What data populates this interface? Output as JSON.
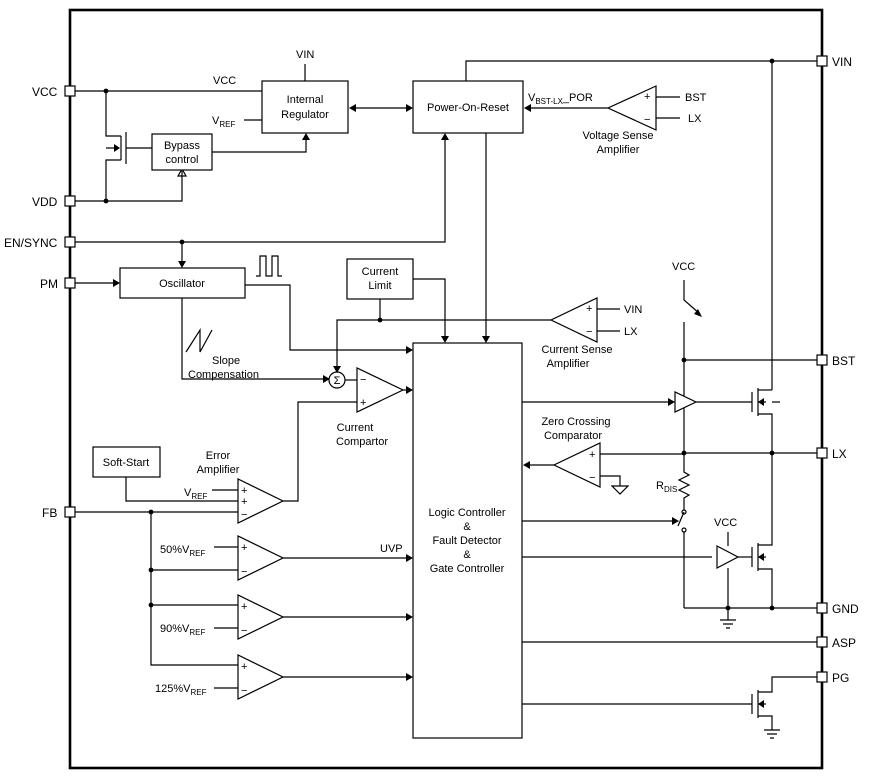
{
  "pins": {
    "vcc": "VCC",
    "vdd": "VDD",
    "en_sync": "EN/SYNC",
    "pm": "PM",
    "fb": "FB",
    "vin": "VIN",
    "bst": "BST",
    "lx": "LX",
    "gnd": "GND",
    "asp": "ASP",
    "pg": "PG"
  },
  "blocks": {
    "internal_regulator": [
      "Internal",
      "Regulator"
    ],
    "por": "Power-On-Reset",
    "bypass_control": [
      "Bypass",
      "control"
    ],
    "oscillator": "Oscillator",
    "current_limit": [
      "Current",
      "Limit"
    ],
    "soft_start": "Soft-Start",
    "logic_controller": [
      "Logic Controller",
      "&",
      "Fault Detector",
      "&",
      "Gate Controller"
    ]
  },
  "labels": {
    "vin_top": "VIN",
    "vcc_wire": "VCC",
    "vref_main": "V",
    "vref_sub": "REF",
    "vbst_main": "V",
    "vbst_sub": "BST-LX",
    "vbst_suffix": "_POR",
    "bst_in": "BST",
    "lx_in": "LX",
    "voltage_sense": [
      "Voltage Sense",
      "Amplifier"
    ],
    "vcc_switch": "VCC",
    "vin_cs": "VIN",
    "lx_cs": "LX",
    "current_sense": [
      "Current Sense",
      "Amplifier"
    ],
    "slope": [
      "Slope",
      "Compensation"
    ],
    "sigma": "Σ",
    "current_comparator": [
      "Current",
      "Compartor"
    ],
    "zero_crossing": [
      "Zero Crossing",
      "Comparator"
    ],
    "error_amp": [
      "Error",
      "Amplifier"
    ],
    "rdis_main": "R",
    "rdis_sub": "DIS",
    "vcc_driver": "VCC",
    "pct50": "50%V",
    "pct90": "90%V",
    "pct125": "125%V",
    "uvp": "UVP",
    "plus": "+",
    "minus": "−"
  },
  "colors": {
    "line": "#000000",
    "background": "#ffffff"
  }
}
